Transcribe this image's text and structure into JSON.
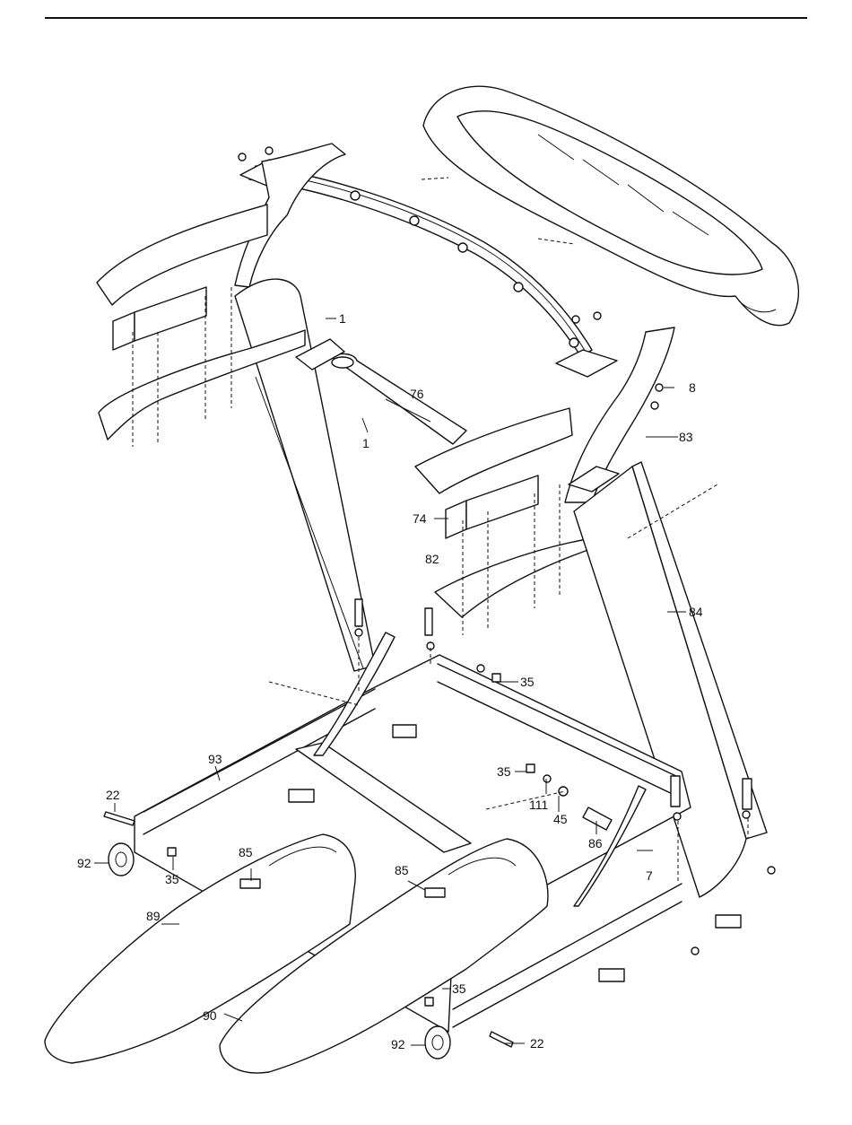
{
  "callouts": {
    "c1a": "1",
    "c1b": "1",
    "c7": "7",
    "c8": "8",
    "c22a": "22",
    "c22b": "22",
    "c35a": "35",
    "c35b": "35",
    "c35c": "35",
    "c35d": "35",
    "c45": "45",
    "c74": "74",
    "c76": "76",
    "c82": "82",
    "c83": "83",
    "c84": "84",
    "c85a": "85",
    "c85b": "85",
    "c86": "86",
    "c89": "89",
    "c90": "90",
    "c92a": "92",
    "c92b": "92",
    "c93": "93",
    "c111": "111"
  }
}
